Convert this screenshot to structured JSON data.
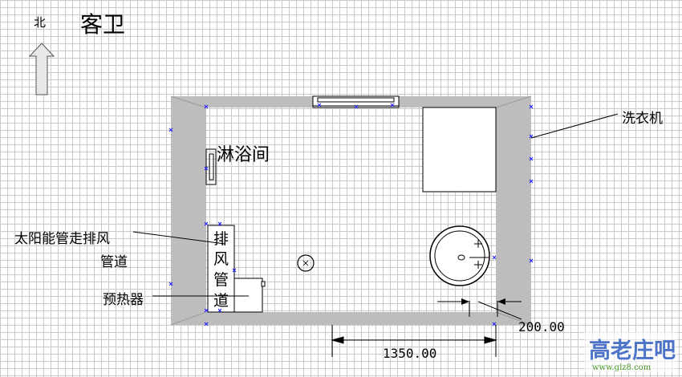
{
  "title": "客卫",
  "north": "北",
  "labels": {
    "shower": "淋浴间",
    "washer": "洗衣机",
    "solar_pipe_line1": "太阳能管走排风",
    "solar_pipe_line2": "管道",
    "vent_duct": [
      "排",
      "风",
      "管",
      "道"
    ],
    "preheater": "预热器"
  },
  "dimensions": {
    "wall_offset": "200.00",
    "width": "1350.00"
  },
  "watermark": {
    "logo": "高老庄吧",
    "url": "www.glz8.com"
  },
  "colors": {
    "wall": "#bdbdbd",
    "marker": "#1a1aff",
    "watermark_blue": "#3a66c4",
    "watermark_green": "#4a9a2a"
  }
}
